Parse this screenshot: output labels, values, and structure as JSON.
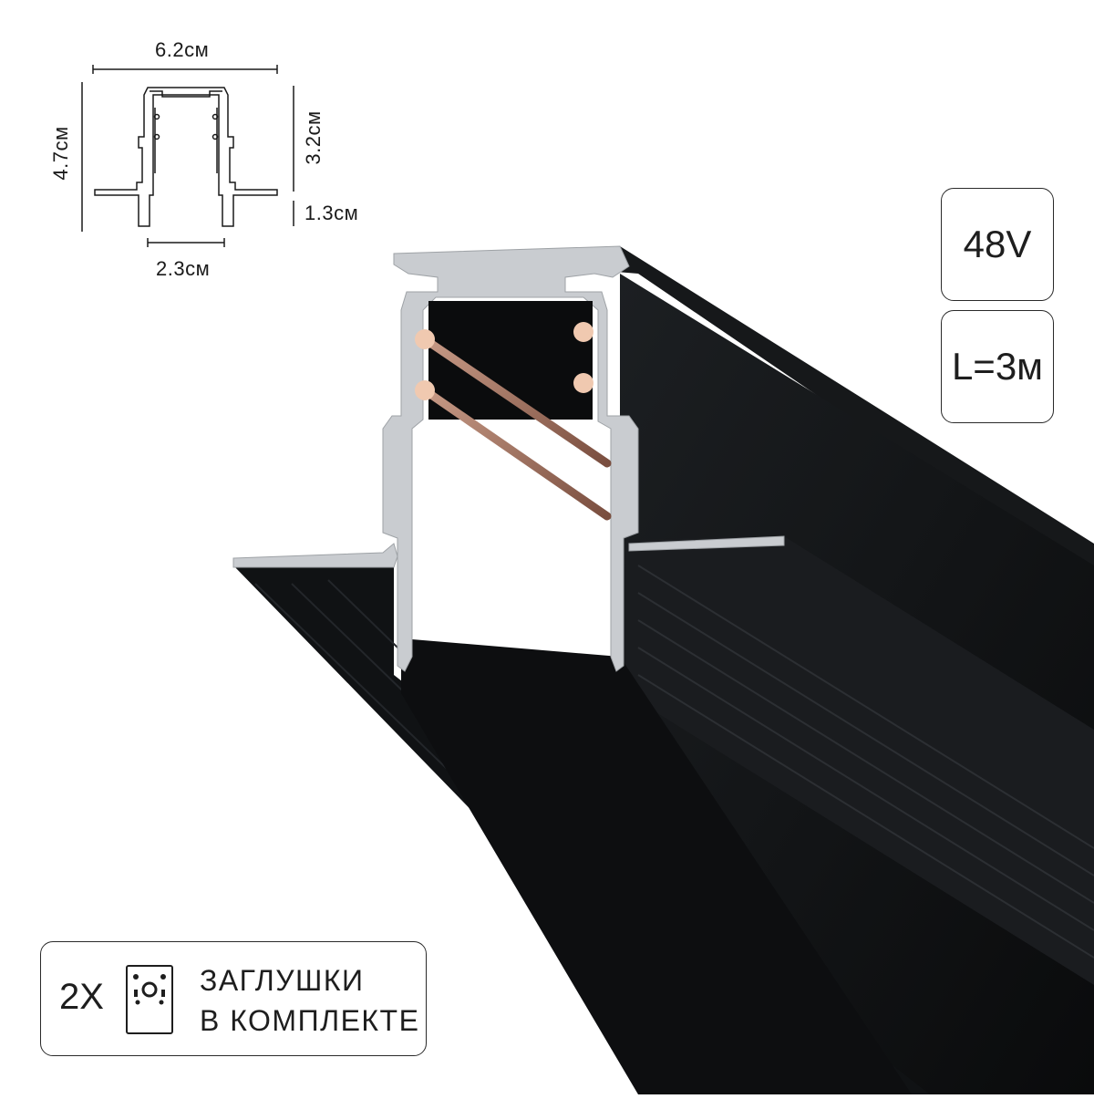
{
  "drawing": {
    "width_label": "6.2см",
    "height_label": "4.7см",
    "upper_height_label": "3.2см",
    "flange_height_label": "1.3см",
    "base_width_label": "2.3см"
  },
  "badges": {
    "voltage": "48V",
    "length": "L=3м"
  },
  "kit": {
    "quantity": "2X",
    "line1": "ЗАГЛУШКИ",
    "line2": "В КОМПЛЕКТЕ",
    "icon": "end-cap-icon"
  },
  "colors": {
    "profile_black": "#121416",
    "aluminium": "#c9ccd0",
    "copper": "#b98a78",
    "contact": "#f0c9b0"
  }
}
